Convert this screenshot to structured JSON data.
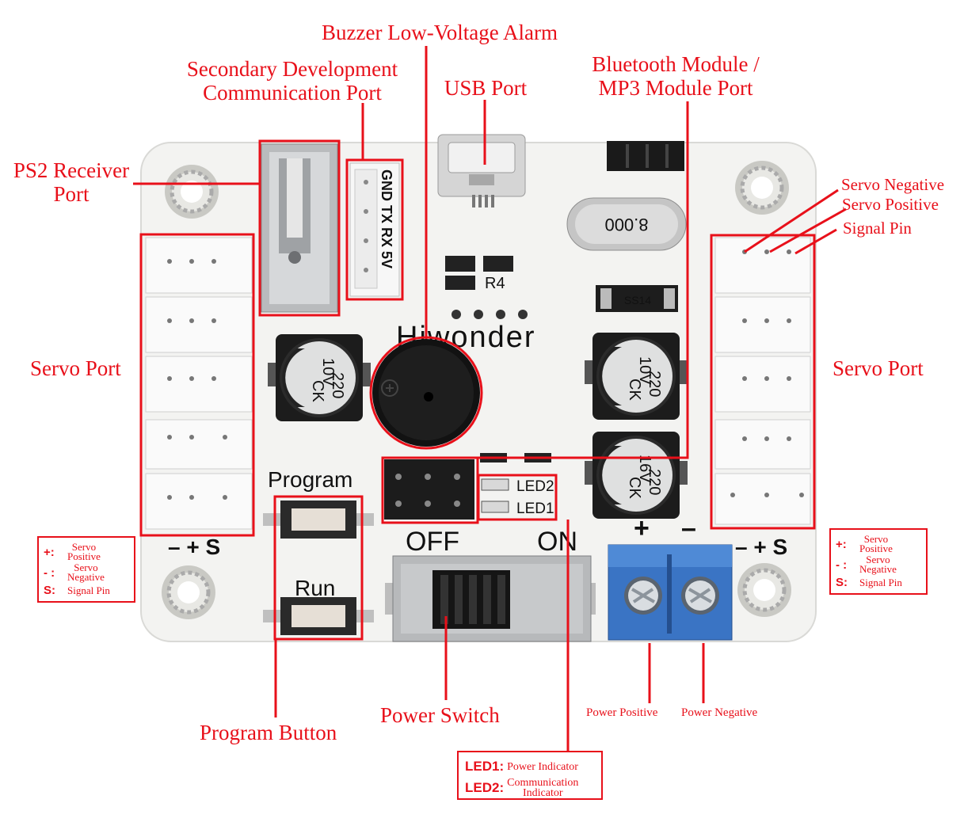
{
  "labels": {
    "buzzer": "Buzzer Low-Voltage Alarm",
    "secondary_line1": "Secondary Development",
    "secondary_line2": "Communication Port",
    "usb": "USB Port",
    "bluetooth_line1": "Bluetooth Module /",
    "bluetooth_line2": "MP3 Module Port",
    "ps2_line1": "PS2 Receiver",
    "ps2_line2": "Port",
    "servo_port_left": "Servo Port",
    "servo_port_right": "Servo Port",
    "servo_negative": "Servo Negative",
    "servo_positive": "Servo Positive",
    "signal_pin": "Signal Pin",
    "program_button": "Program Button",
    "power_switch": "Power Switch",
    "power_positive": "Power Positive",
    "power_negative": "Power Negative"
  },
  "legend": {
    "plus_symbol": "+:",
    "plus_text_line1": "Servo",
    "plus_text_line2": "Positive",
    "minus_symbol": "- :",
    "minus_text_line1": "Servo",
    "minus_text_line2": "Negative",
    "s_symbol": "S:",
    "s_text": "Signal Pin"
  },
  "led_legend": {
    "led1_key": "LED1:",
    "led1_value": "Power Indicator",
    "led2_key": "LED2:",
    "led2_value_line1": "Communication",
    "led2_value_line2": "Indicator"
  },
  "board": {
    "brand": "Hiwonder",
    "header_pins": "GND TX RX 5V",
    "program_silk": "Program",
    "run_silk": "Run",
    "off_silk": "OFF",
    "on_silk": "ON",
    "led2_silk": "LED2",
    "led1_silk": "LED1",
    "r4_silk": "R4",
    "pin_legend_left": "– + S",
    "pin_legend_right": "– + S",
    "terminal_plus": "+",
    "terminal_minus": "–",
    "cap_voltage_a": "10V",
    "cap_voltage_b": "10V",
    "cap_voltage_c": "16V",
    "cap_value": "220",
    "cap_brand": "CK",
    "crystal_text": "8.000",
    "diode_text": "SS14"
  },
  "colors": {
    "annotation_red": "#e8101a",
    "board_white": "#f3f3f1",
    "terminal_blue": "#3a74c4"
  }
}
